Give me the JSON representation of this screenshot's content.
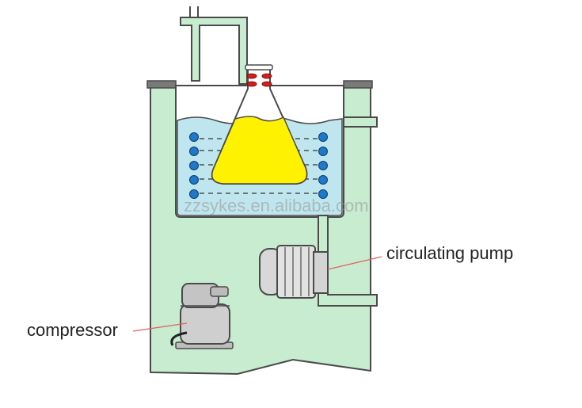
{
  "labels": {
    "circulating_pump": "circulating pump",
    "compressor": "compressor"
  },
  "watermark": "zzsykes.en.alibaba.com",
  "colors": {
    "cabinet": "#c8ecd0",
    "outline": "#4a4a4a",
    "water": "#bfe6ee",
    "liquid": "#fff200",
    "coil_dot": "#1f78c8",
    "leader_line": "#e06060",
    "stopper": "#d02020"
  }
}
